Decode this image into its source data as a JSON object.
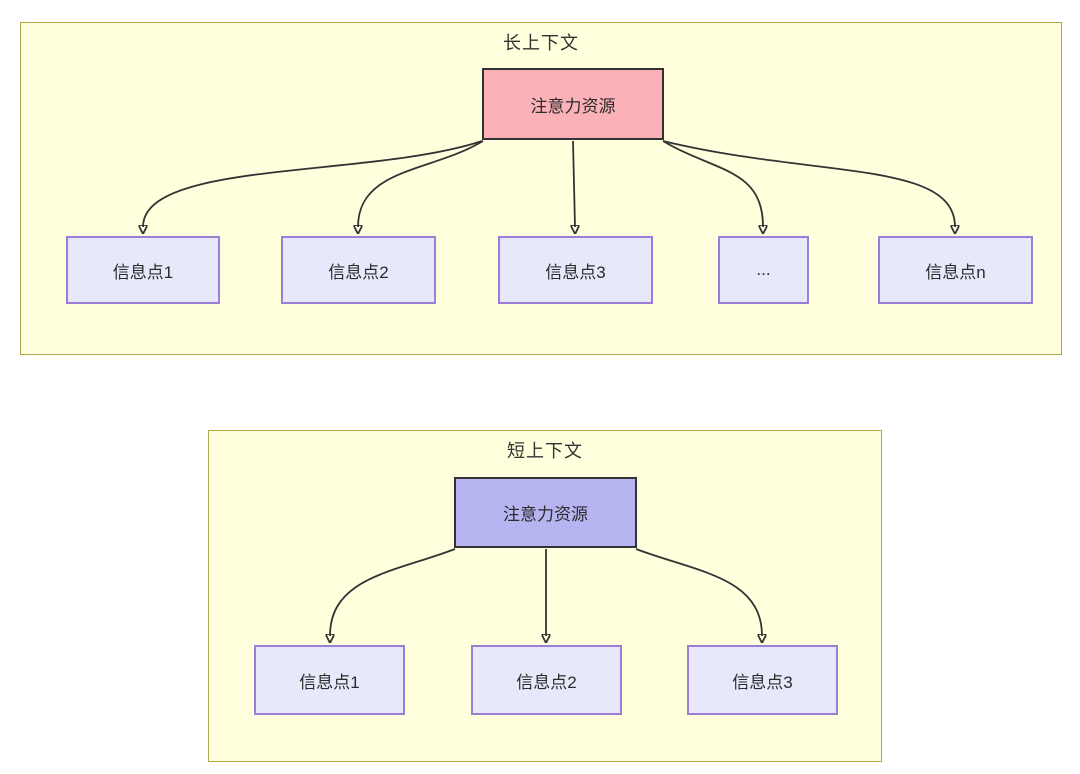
{
  "colors": {
    "panel_fill": "#ffffde",
    "panel_border": "#adab49",
    "attention_long_fill": "#fbb1b8",
    "attention_short_fill": "#b6b5f1",
    "info_node_fill": "#e8e8fb",
    "info_node_border": "#9b7fd6",
    "edge_color": "#333333",
    "text_color": "#2b2b2b"
  },
  "long_context": {
    "title": "长上下文",
    "attention_label": "注意力资源",
    "info_points": [
      "信息点1",
      "信息点2",
      "信息点3",
      "...",
      "信息点n"
    ]
  },
  "short_context": {
    "title": "短上下文",
    "attention_label": "注意力资源",
    "info_points": [
      "信息点1",
      "信息点2",
      "信息点3"
    ]
  }
}
